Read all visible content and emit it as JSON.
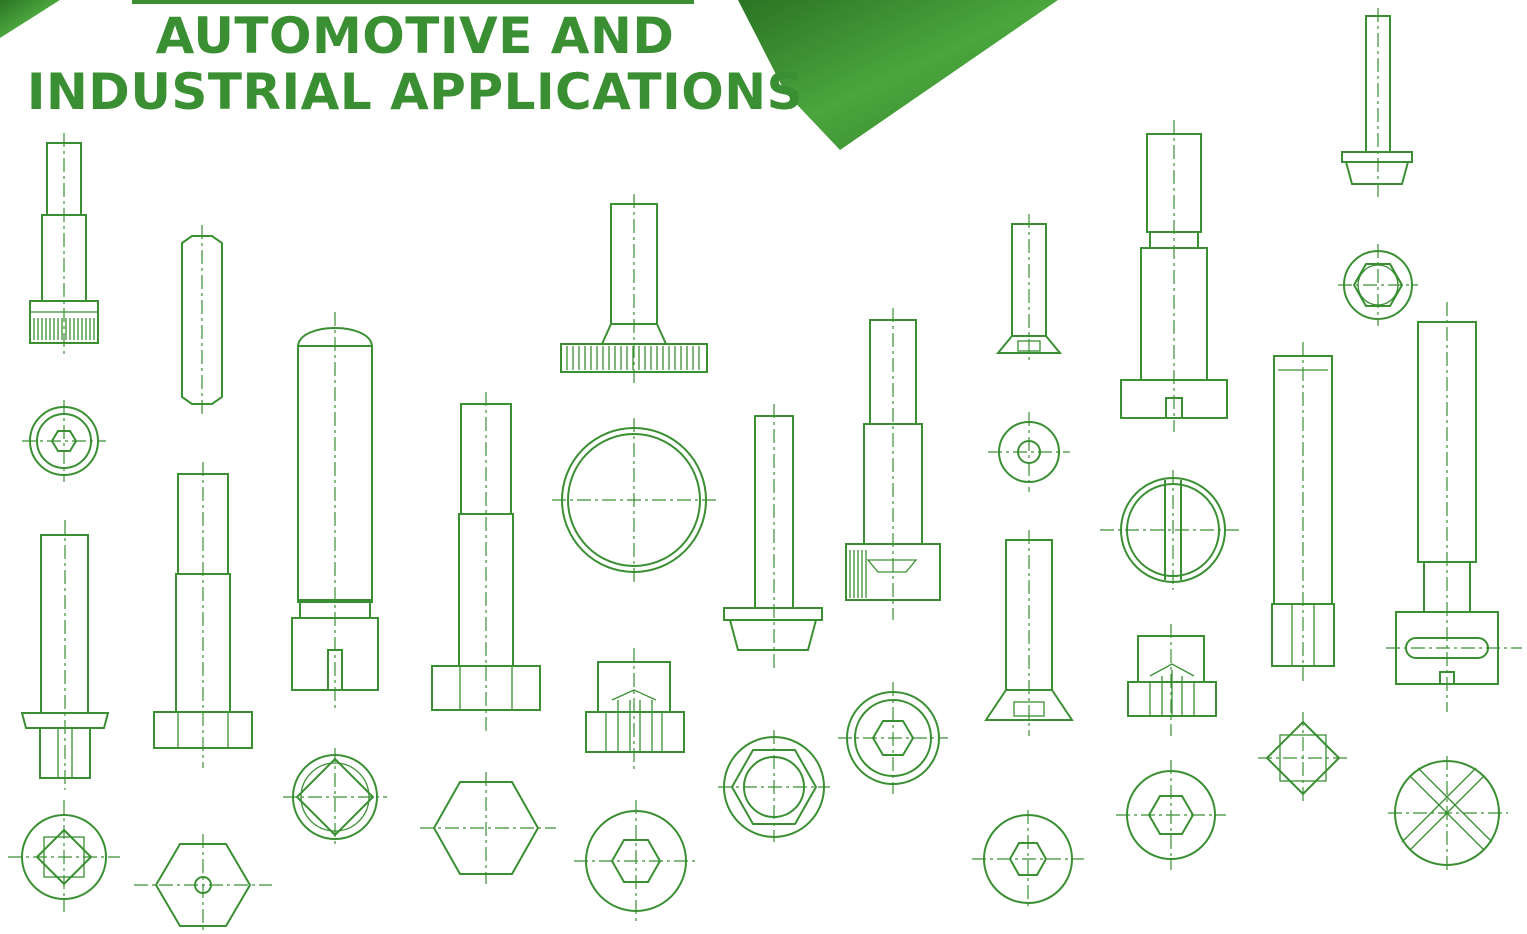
{
  "header": {
    "title_line1": "AUTOMOTIVE AND",
    "title_line2": "INDUSTRIAL APPLICATIONS"
  },
  "colors": {
    "brand_green": "#3a8f33",
    "banner_green_dark": "#2a7424",
    "banner_green_light": "#4ba63d",
    "background": "#ffffff"
  },
  "illustration": {
    "style": "technical line drawings of fasteners",
    "fasteners": [
      "socket-cap-screw",
      "dowel-pin",
      "knurled-thumb-screw",
      "flat-head-screw",
      "slotted-shoulder-bolt",
      "flange-bolt-small",
      "shoulder-stud-square-neck",
      "hex-shoulder-bolt",
      "domed-shoulder-bolt",
      "hex-bolt",
      "weld-nut",
      "flange-hex-bolt",
      "knurled-shoulder-screw",
      "countersunk-bolt",
      "cap-nut",
      "hex-stud",
      "cross-hole-pin"
    ]
  }
}
